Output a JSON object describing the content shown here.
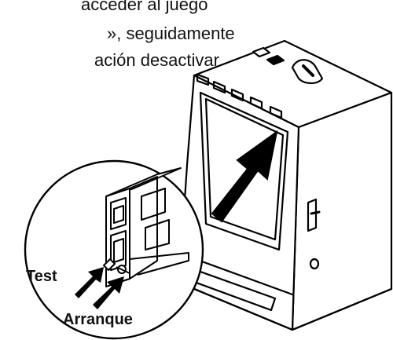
{
  "text_lines": [
    "acceder al juego",
    "», seguidamente",
    "ación desactivar"
  ],
  "labels": {
    "test": "Test",
    "start": "Arranque"
  }
}
